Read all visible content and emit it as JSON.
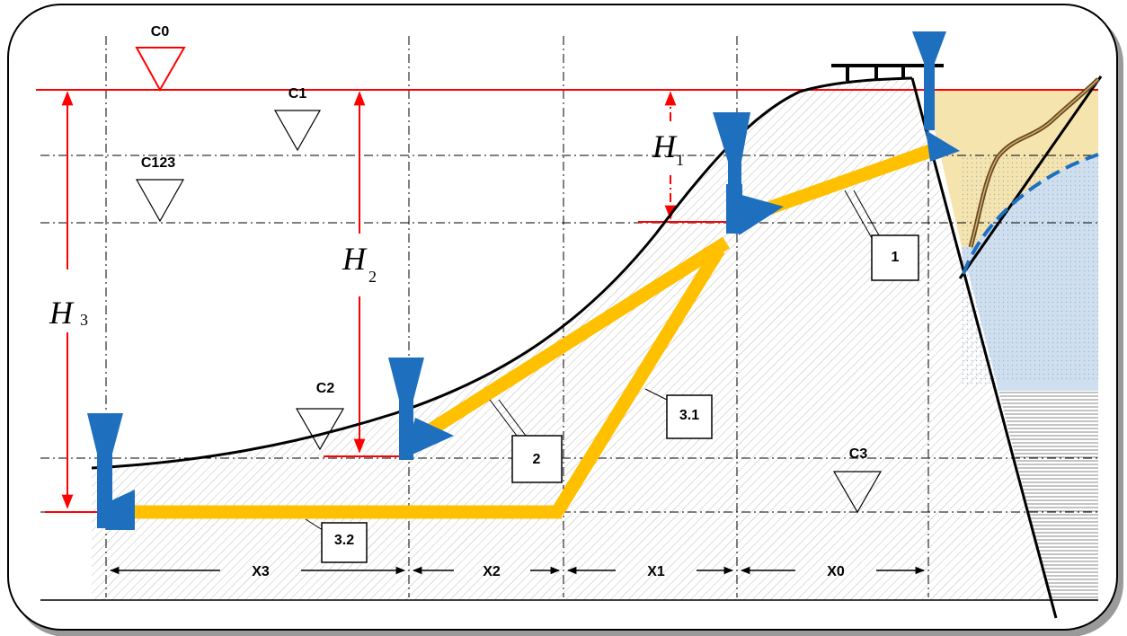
{
  "levels": {
    "c0": "C0",
    "c1": "C1",
    "c123": "C123",
    "c2": "C2",
    "c3": "C3"
  },
  "heads": [
    {
      "letter": "H",
      "sub": "1"
    },
    {
      "letter": "H",
      "sub": "2"
    },
    {
      "letter": "H",
      "sub": "3"
    }
  ],
  "tunnels": {
    "t1": "1",
    "t2": "2",
    "t31": "3.1",
    "t32": "3.2"
  },
  "spans": {
    "x0": "X0",
    "x1": "X1",
    "x2": "X2",
    "x3": "X3"
  },
  "colors": {
    "water_level": "#ff0000",
    "tunnel": "#ffc000",
    "intake_outlet": "#1f6fbf",
    "reservoir_fill": "#f5dfa0",
    "groundwater": "#cfdff0",
    "terrain_line": "#000000"
  },
  "icons": [
    "water-level-triangle-icon",
    "intake-funnel-icon",
    "dam-crest-icon"
  ]
}
